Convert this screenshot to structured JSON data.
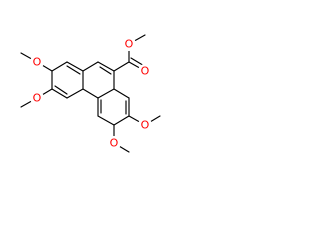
{
  "molecule": {
    "atoms": {
      "o_carbonyl": "O",
      "o_ester": "O",
      "o_left_top": "O",
      "o_left_bottom": "O",
      "o_right_top": "O",
      "o_right_bottom": "O"
    },
    "colors": {
      "bond": "#000000",
      "oxygen": "#ff0000",
      "background": "#ffffff"
    }
  }
}
